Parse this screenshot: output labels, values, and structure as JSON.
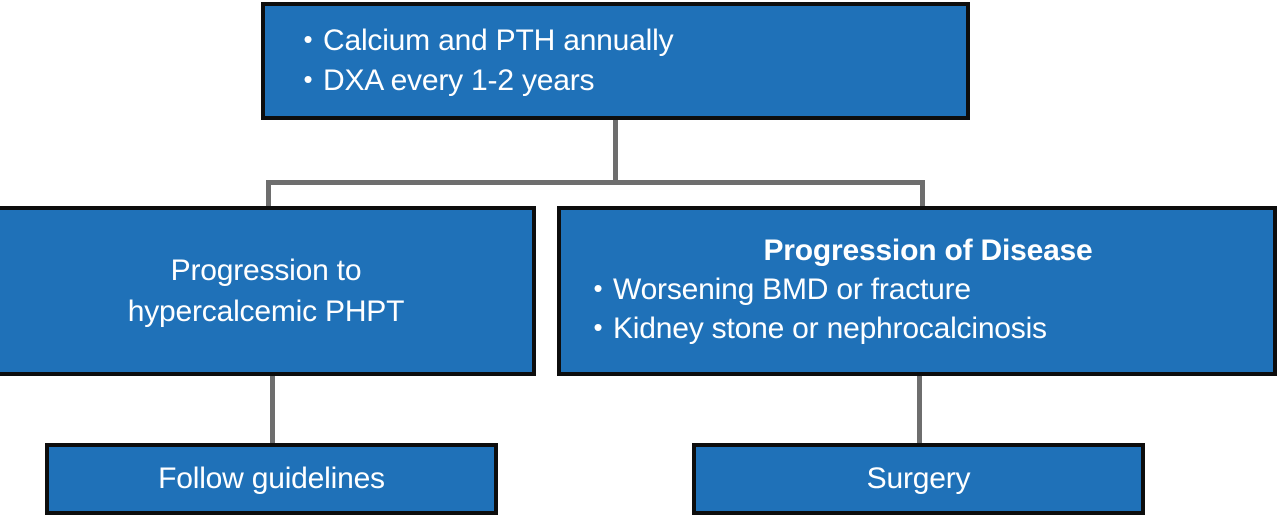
{
  "diagram": {
    "type": "flowchart",
    "orientation": "top-down",
    "accent_color": "#1F71B8",
    "border_color": "#0D0D0D",
    "connector_color": "#6E6E6E",
    "text_color": "#FFFFFF",
    "background_color": "#FFFFFF"
  },
  "nodes": {
    "monitoring": {
      "bullets": [
        "Calcium and PTH annually",
        "DXA every 1-2 years"
      ],
      "bullet_glyph": "•"
    },
    "progression_hypercalcemic": {
      "line1": "Progression to",
      "line2": "hypercalcemic PHPT"
    },
    "progression_disease": {
      "title": "Progression of Disease",
      "bullets": [
        "Worsening BMD or fracture",
        "Kidney stone or nephrocalcinosis"
      ],
      "bullet_glyph": "•"
    },
    "follow_guidelines": {
      "label": "Follow guidelines"
    },
    "surgery": {
      "label": "Surgery"
    }
  },
  "edges": [
    {
      "from": "monitoring",
      "to": "progression_hypercalcemic",
      "style": "elbow"
    },
    {
      "from": "monitoring",
      "to": "progression_disease",
      "style": "elbow"
    },
    {
      "from": "progression_hypercalcemic",
      "to": "follow_guidelines",
      "style": "straight"
    },
    {
      "from": "progression_disease",
      "to": "surgery",
      "style": "straight"
    }
  ]
}
